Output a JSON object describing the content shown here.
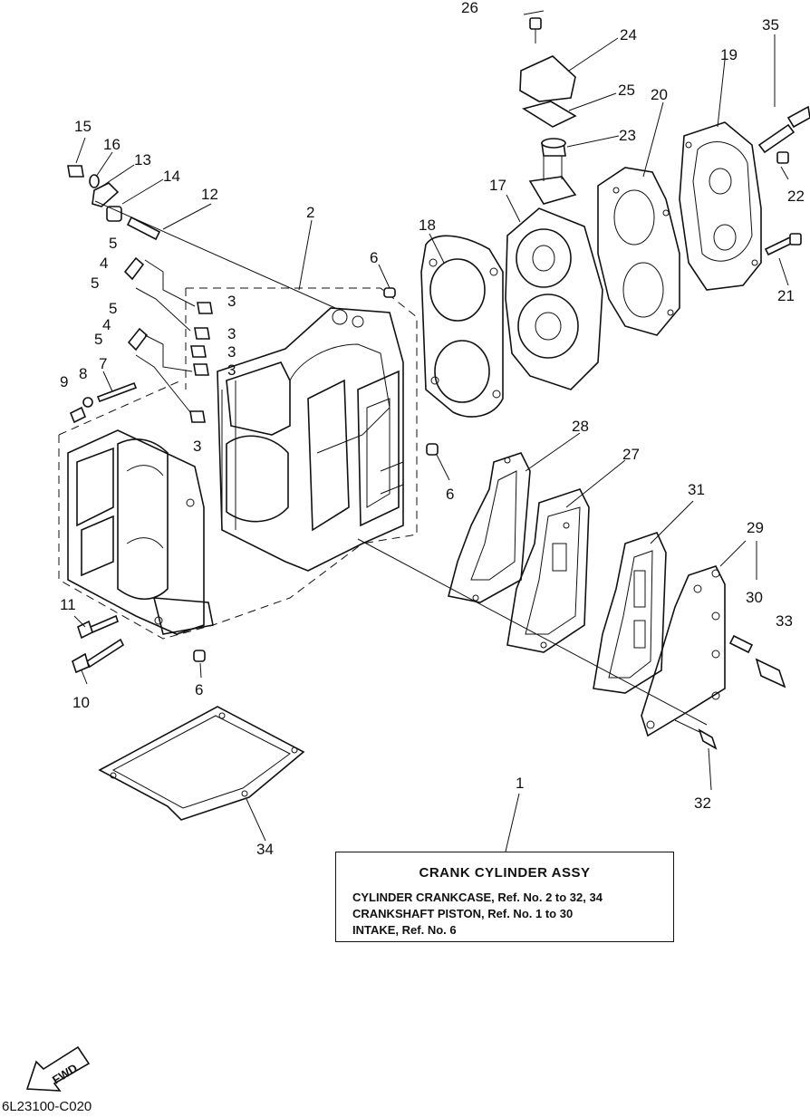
{
  "diagram": {
    "title": "CRANK CYLINDER ASSY",
    "legend_lines": [
      "CYLINDER CRANKCASE,  Ref. No. 2 to 32, 34",
      "CRANKSHAFT PISTON,  Ref. No. 1 to 30",
      "INTAKE, Ref. No. 6"
    ],
    "reference_code": "6L23100-C020",
    "fwd_label": "FWD",
    "callouts": {
      "c1": "1",
      "c2": "2",
      "c3a": "3",
      "c3b": "3",
      "c3c": "3",
      "c3d": "3",
      "c4a": "4",
      "c4b": "4",
      "c5a": "5",
      "c5b": "5",
      "c5c": "5",
      "c5d": "5",
      "c6a": "6",
      "c6b": "6",
      "c6c": "6",
      "c7": "7",
      "c8": "8",
      "c9": "9",
      "c10": "10",
      "c11": "11",
      "c12": "12",
      "c13": "13",
      "c14": "14",
      "c15": "15",
      "c16": "16",
      "c17": "17",
      "c18": "18",
      "c19": "19",
      "c20": "20",
      "c21": "21",
      "c22": "22",
      "c23": "23",
      "c24": "24",
      "c25": "25",
      "c26": "26",
      "c27": "27",
      "c28": "28",
      "c29": "29",
      "c30": "30",
      "c31": "31",
      "c32": "32",
      "c33": "33",
      "c34": "34",
      "c35": "35"
    }
  }
}
